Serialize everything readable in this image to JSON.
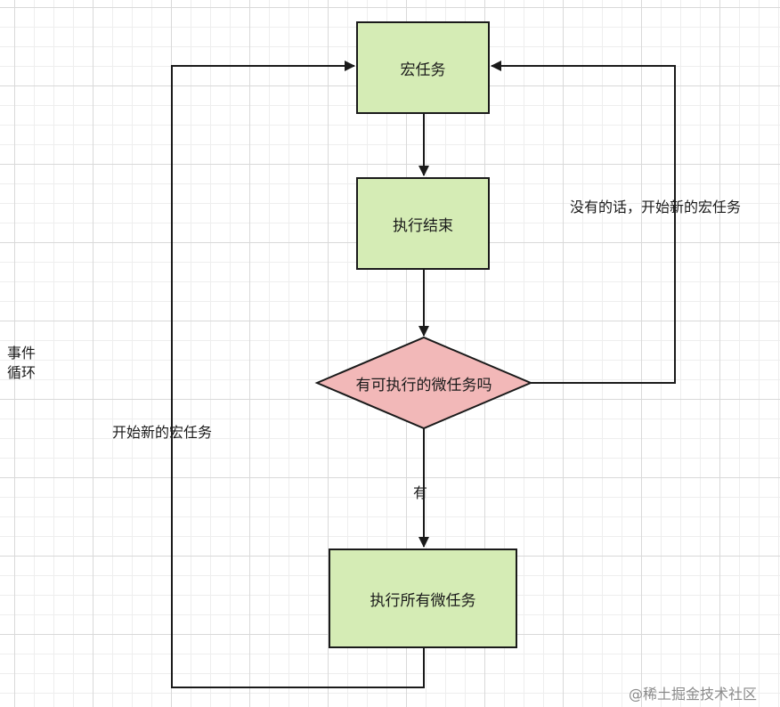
{
  "nodes": {
    "macro_task": "宏任务",
    "exec_end": "执行结束",
    "decision": "有可执行的微任务吗",
    "exec_all_micro": "执行所有微任务"
  },
  "edge_labels": {
    "no_branch": "没有的话，开始新的宏任务",
    "yes_branch": "有",
    "loop_back": "开始新的宏任务"
  },
  "side_label": "事件循环",
  "watermark": "@稀土掘金技术社区",
  "colors": {
    "process_fill": "#d5ecb5",
    "decision_fill": "#f2b8b8",
    "stroke": "#1a1a1a"
  }
}
